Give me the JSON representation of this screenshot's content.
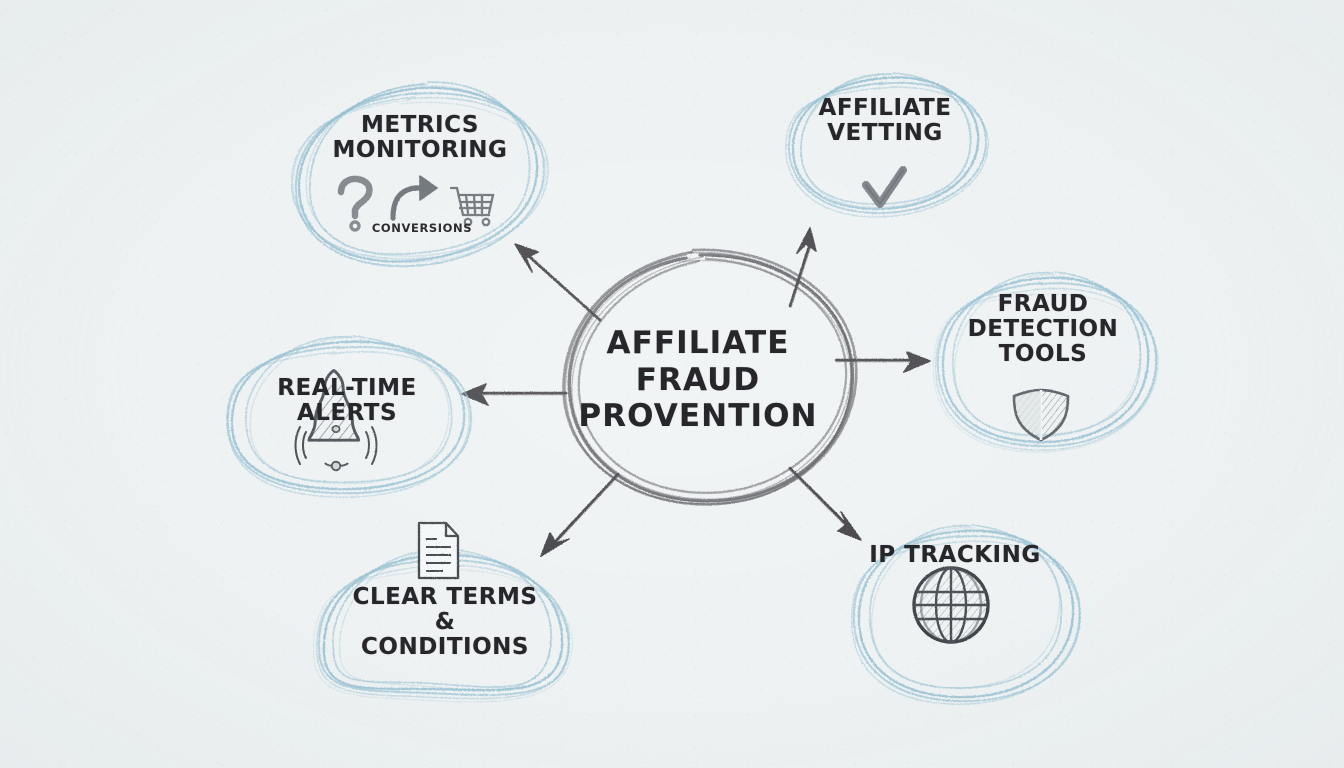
{
  "diagram": {
    "type": "mind-map",
    "title_center": "AFFILIATE\nFRAUD\nPROVENTION",
    "style": "hand-drawn pencil sketch on textured paper",
    "colors": {
      "paper": "#eef2f3",
      "pencil_dark": "#3a3a40",
      "pencil_text": "#26262b",
      "scribble_blue": "#9cc4d3",
      "icon_gray": "#6f7479"
    },
    "center": {
      "label": "AFFILIATE\nFRAUD\nPROVENTION",
      "shape": "scribbled-circle"
    },
    "branches": [
      {
        "id": "metrics-monitoring",
        "label": "METRICS\nMONITORING",
        "sublabel": "CONVERSIONS",
        "icons": [
          "question-mark-icon",
          "curved-arrow-icon",
          "shopping-cart-icon"
        ],
        "position": "top-left",
        "arrow": "up-left"
      },
      {
        "id": "affiliate-vetting",
        "label": "AFFILIATE\nVETTING",
        "sublabel": "",
        "icons": [
          "checkmark-icon"
        ],
        "position": "top-right",
        "arrow": "up-right"
      },
      {
        "id": "fraud-detection-tools",
        "label": "FRAUD\nDETECTION\nTOOLS",
        "sublabel": "",
        "icons": [
          "shield-icon"
        ],
        "position": "right",
        "arrow": "right"
      },
      {
        "id": "ip-tracking",
        "label": "IP TRACKING",
        "sublabel": "",
        "icons": [
          "globe-icon"
        ],
        "position": "bottom-right",
        "arrow": "down-right"
      },
      {
        "id": "clear-terms-conditions",
        "label": "CLEAR TERMS\n&\nCONDITIONS",
        "sublabel": "",
        "icons": [
          "document-icon"
        ],
        "position": "bottom-left",
        "arrow": "down-left"
      },
      {
        "id": "real-time-alerts",
        "label": "REAL-TIME ALERTS",
        "sublabel": "",
        "icons": [
          "bell-icon"
        ],
        "position": "left",
        "arrow": "left"
      }
    ]
  }
}
